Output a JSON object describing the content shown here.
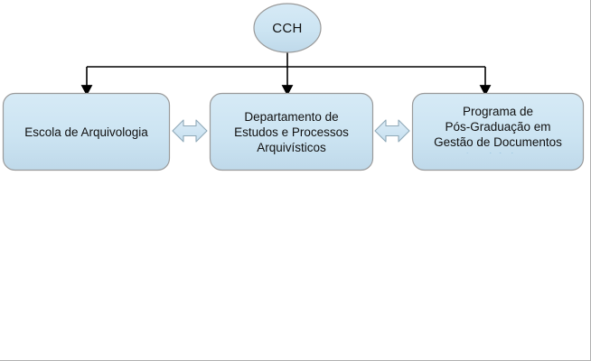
{
  "diagram": {
    "type": "organizational-hierarchy",
    "colors": {
      "node_fill": "#cce4f2",
      "node_fill_bottom": "#c2dced",
      "node_border": "#9a9a9a",
      "connector": "#000000",
      "arrow_fill": "#cfe6f4",
      "arrow_border": "#8fa9b8",
      "canvas_background": "#ffffff",
      "text": "#111111"
    },
    "root": {
      "label": "CCH",
      "shape": "ellipse"
    },
    "boxes": [
      {
        "id": "escola",
        "shape": "rounded-rectangle",
        "lines": [
          "Escola de Arquivologia"
        ],
        "clipped_line": ""
      },
      {
        "id": "departamento",
        "shape": "rounded-rectangle",
        "lines": [
          "Departamento de",
          "Estudos e Processos",
          "Arquivísticos"
        ],
        "clipped_line": ""
      },
      {
        "id": "programa",
        "shape": "rounded-rectangle",
        "lines": [
          "Programa de",
          "Pós-Graduação em",
          "Gestão de Documentos"
        ],
        "clipped_line": "Arquivísticos"
      }
    ],
    "connectors": [
      {
        "id": "root-to-escola",
        "kind": "elbow-arrow",
        "from": "CCH",
        "to": "Escola de Arquivologia"
      },
      {
        "id": "root-to-departamento",
        "kind": "straight-arrow",
        "from": "CCH",
        "to": "Departamento de Estudos e Processos Arquivísticos"
      },
      {
        "id": "root-to-programa",
        "kind": "elbow-arrow",
        "from": "CCH",
        "to": "Programa de Pós-Graduação em Gestão de Documentos"
      }
    ],
    "relations": [
      {
        "id": "escola-departamento",
        "kind": "double-headed-arrow",
        "glyph": "bidirectional"
      },
      {
        "id": "departamento-programa",
        "kind": "double-headed-arrow",
        "glyph": "bidirectional"
      }
    ]
  }
}
